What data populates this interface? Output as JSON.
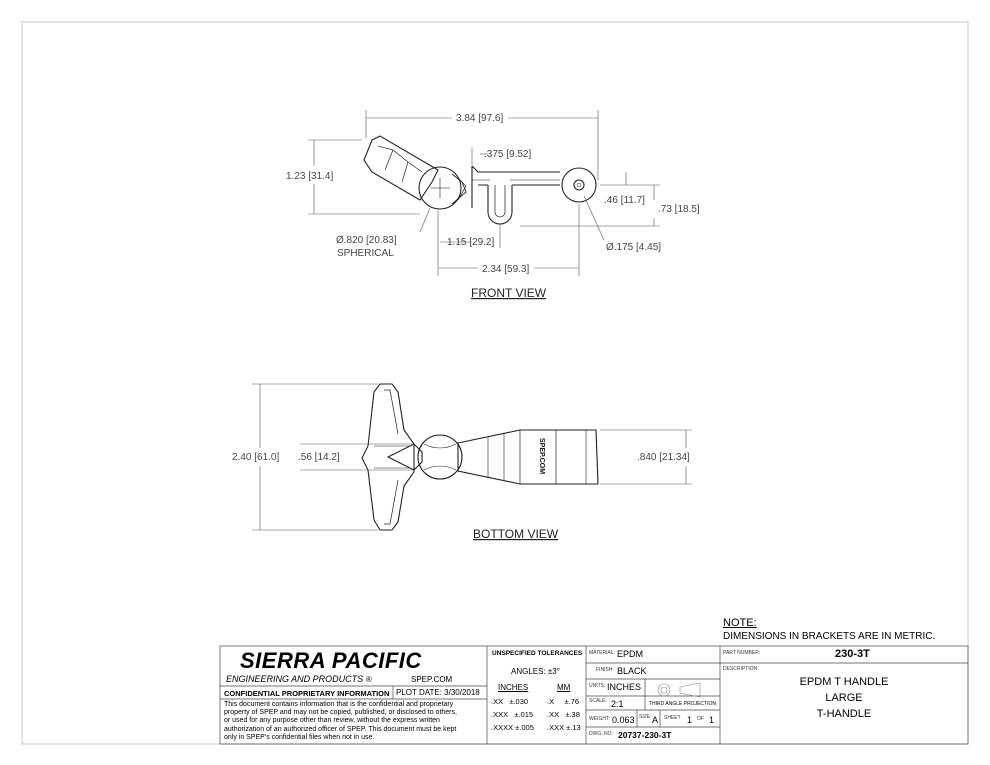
{
  "front_view": {
    "title": "FRONT VIEW",
    "dims": {
      "overall_length": "3.84 [97.6]",
      "height": "1.23 [31.4]",
      "slot_width": ".375 [9.52]",
      "eye_offset": ".46 [11.7]",
      "eye_height": ".73 [18.5]",
      "ball_dia": "Ø.820 [20.83]",
      "ball_note": "SPHERICAL",
      "to_loop": "1.15 [29.2]",
      "hole_dia": "Ø.175 [4.45]",
      "ball_to_hole": "2.34 [59.3]"
    }
  },
  "bottom_view": {
    "title": "BOTTOM VIEW",
    "dims": {
      "width": "2.40 [61.0]",
      "neck": ".56 [14.2]",
      "grip": ".840 [21.34]"
    },
    "stamp": "SPEP.COM"
  },
  "note": {
    "heading": "NOTE:",
    "text": "DIMENSIONS IN BRACKETS ARE IN METRIC."
  },
  "title_block": {
    "company": "SIERRA PACIFIC",
    "division": "ENGINEERING AND PRODUCTS",
    "registered": "®",
    "website": "SPEP.COM",
    "confidential_heading": "CONFIDENTIAL PROPRIETARY INFORMATION",
    "plot_date": "PLOT DATE: 3/30/2018",
    "confidential_text": [
      "This document contains information that is the confidential and proprietary",
      "property of SPEP and may not be copied, published, or disclosed to others,",
      "or used for any purpose  other than review, without the express written",
      "authorization of an authorized officer of SPEP. This document must be kept",
      "only in SPEP's confidential files when not in use."
    ],
    "tolerances": {
      "heading": "UNSPECIFIED TOLERANCES",
      "angles": "ANGLES: ±3°",
      "inches_heading": "INCHES",
      "mm_heading": "MM",
      "inches": [
        ".XX   ±.030",
        ".XXX   ±.015",
        ".XXXX ±.005"
      ],
      "mm": [
        ".X     ±.76",
        ".XX   ±.38",
        ".XXX ±.13"
      ]
    },
    "material_label": "MATERIAL:",
    "material": "EPDM",
    "finish_label": "FINISH:",
    "finish": "BLACK",
    "units_label": "UNITS:",
    "units": "INCHES",
    "projection": "THIRD ANGLE PROJECTION",
    "scale_label": "SCALE:",
    "scale": "2:1",
    "weight_label": "WEIGHT:",
    "weight": "0.063",
    "size_label": "SIZE:",
    "size": "A",
    "sheet_label": "SHEET",
    "sheet": "1",
    "of_label": "OF",
    "of": "1",
    "dwg_label": "DWG. NO:",
    "dwg_no": "20737-230-3T",
    "part_label": "PART NUMBER:",
    "part_no": "230-3T",
    "desc_label": "DESCRIPTION:",
    "description": [
      "EPDM T HANDLE",
      "LARGE",
      "T-HANDLE"
    ]
  }
}
